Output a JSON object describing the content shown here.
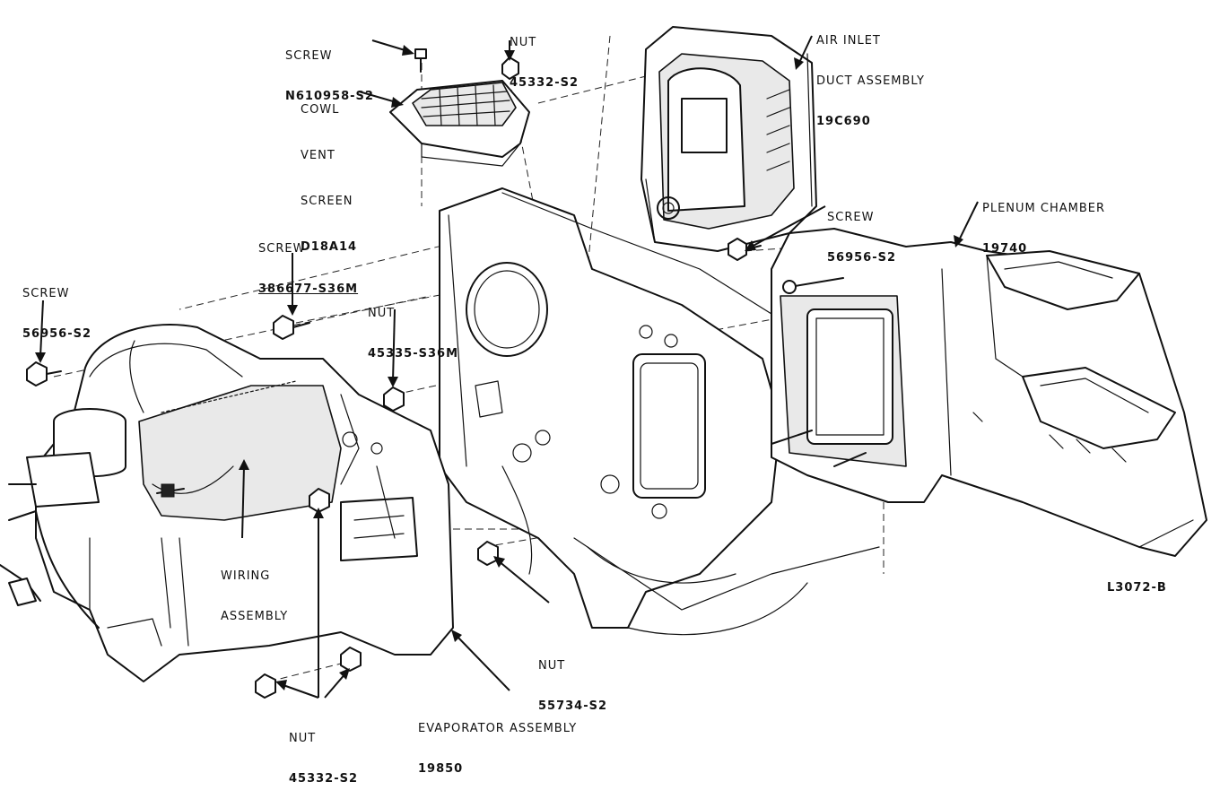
{
  "diagram": {
    "figure_code": "L3072-B",
    "labels": {
      "screw_top": [
        "SCREW",
        "N610958-S2"
      ],
      "nut_top": [
        "NUT",
        "45332-S2"
      ],
      "air_inlet": [
        "AIR INLET",
        "DUCT ASSEMBLY",
        "19C690"
      ],
      "cowl_vent": [
        "COWL",
        "VENT",
        "SCREEN",
        "D18A14"
      ],
      "plenum": [
        "PLENUM CHAMBER",
        "19740"
      ],
      "screw_right": [
        "SCREW",
        "56956-S2"
      ],
      "screw_mid": [
        "SCREW",
        "386677-S36M"
      ],
      "screw_left": [
        "SCREW",
        "56956-S2"
      ],
      "nut_mid": [
        "NUT",
        "45335-S36M"
      ],
      "wiring": [
        "WIRING",
        "ASSEMBLY"
      ],
      "nut_bottom_mid": [
        "NUT",
        "55734-S2"
      ],
      "evaporator": [
        "EVAPORATOR ASSEMBLY",
        "19850"
      ],
      "nut_bottom": [
        "NUT",
        "45332-S2"
      ]
    }
  }
}
